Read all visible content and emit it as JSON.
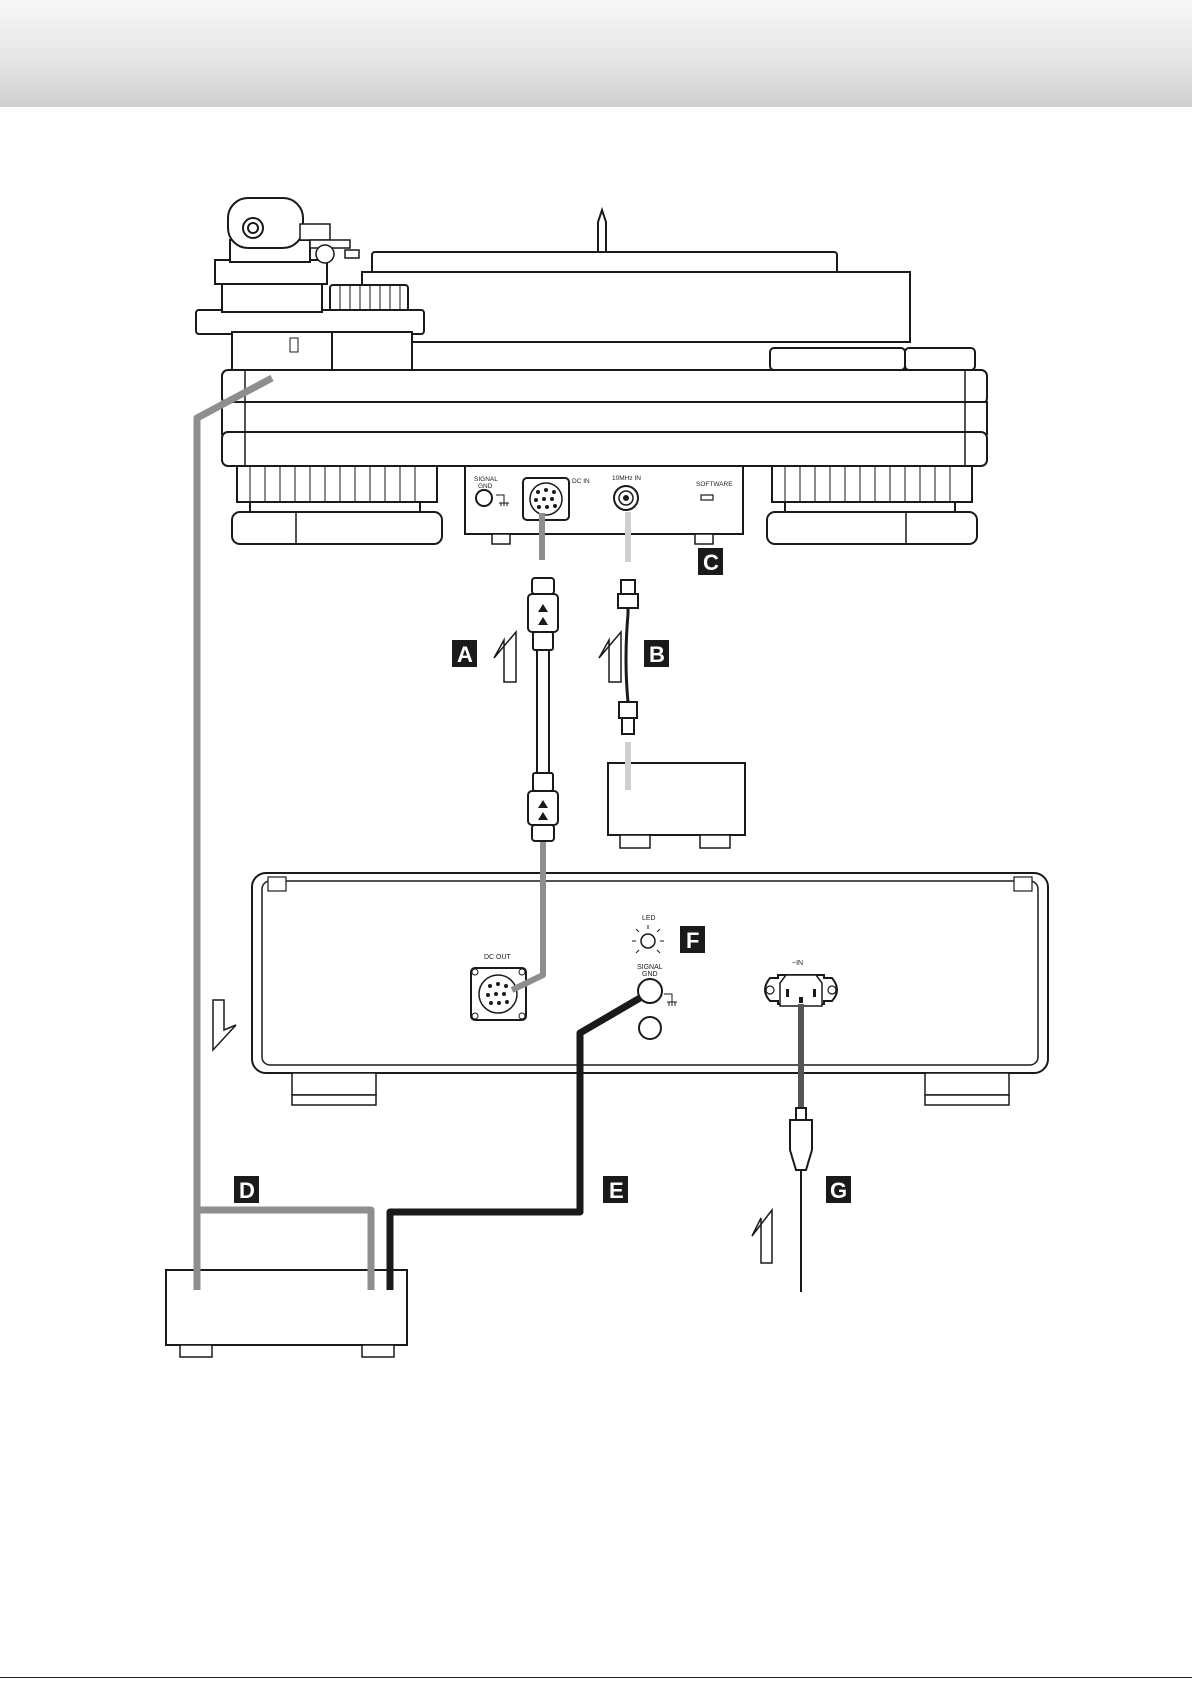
{
  "callouts": {
    "a": "A",
    "b": "B",
    "c": "C",
    "d": "D",
    "e": "E",
    "f": "F",
    "g": "G"
  },
  "turntable_panel": {
    "signal_gnd_line1": "SIGNAL",
    "signal_gnd_line2": "GND",
    "dc_in": "DC IN",
    "clock_in": "10MHz IN",
    "software": "SOFTWARE"
  },
  "power_supply_panel": {
    "dc_out": "DC OUT",
    "led": "LED",
    "signal_gnd_line1": "SIGNAL",
    "signal_gnd_line2": "GND",
    "ac_in": "~IN"
  },
  "colors": {
    "cable_grey": "#8e8e8e",
    "cable_light": "#cfcfcf",
    "cable_dark": "#1a1a1a",
    "cable_medium": "#555555",
    "badge": "#1a1a1a"
  }
}
